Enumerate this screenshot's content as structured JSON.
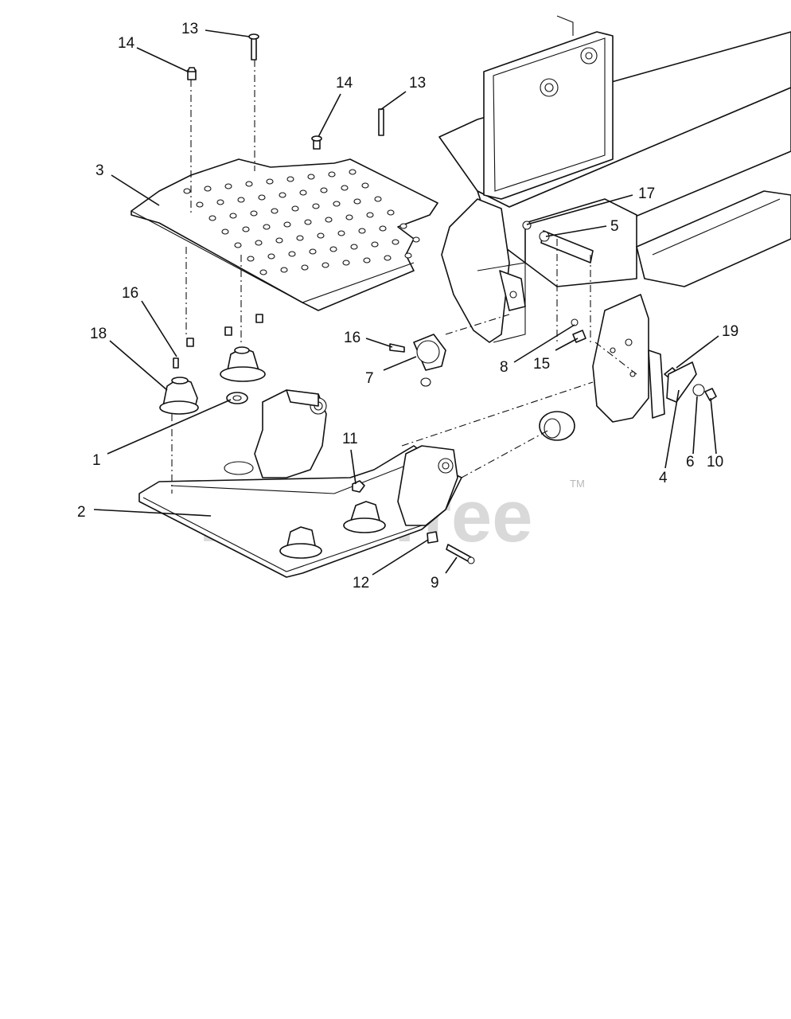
{
  "watermark": {
    "text": "PartsTree",
    "trademark": "TM"
  },
  "callouts": [
    {
      "label": "14"
    },
    {
      "label": "13"
    },
    {
      "label": "14"
    },
    {
      "label": "13"
    },
    {
      "label": "3"
    },
    {
      "label": "17"
    },
    {
      "label": "5"
    },
    {
      "label": "16"
    },
    {
      "label": "18"
    },
    {
      "label": "16"
    },
    {
      "label": "7"
    },
    {
      "label": "8"
    },
    {
      "label": "15"
    },
    {
      "label": "19"
    },
    {
      "label": "1"
    },
    {
      "label": "11"
    },
    {
      "label": "2"
    },
    {
      "label": "4"
    },
    {
      "label": "6"
    },
    {
      "label": "10"
    },
    {
      "label": "12"
    },
    {
      "label": "9"
    }
  ]
}
